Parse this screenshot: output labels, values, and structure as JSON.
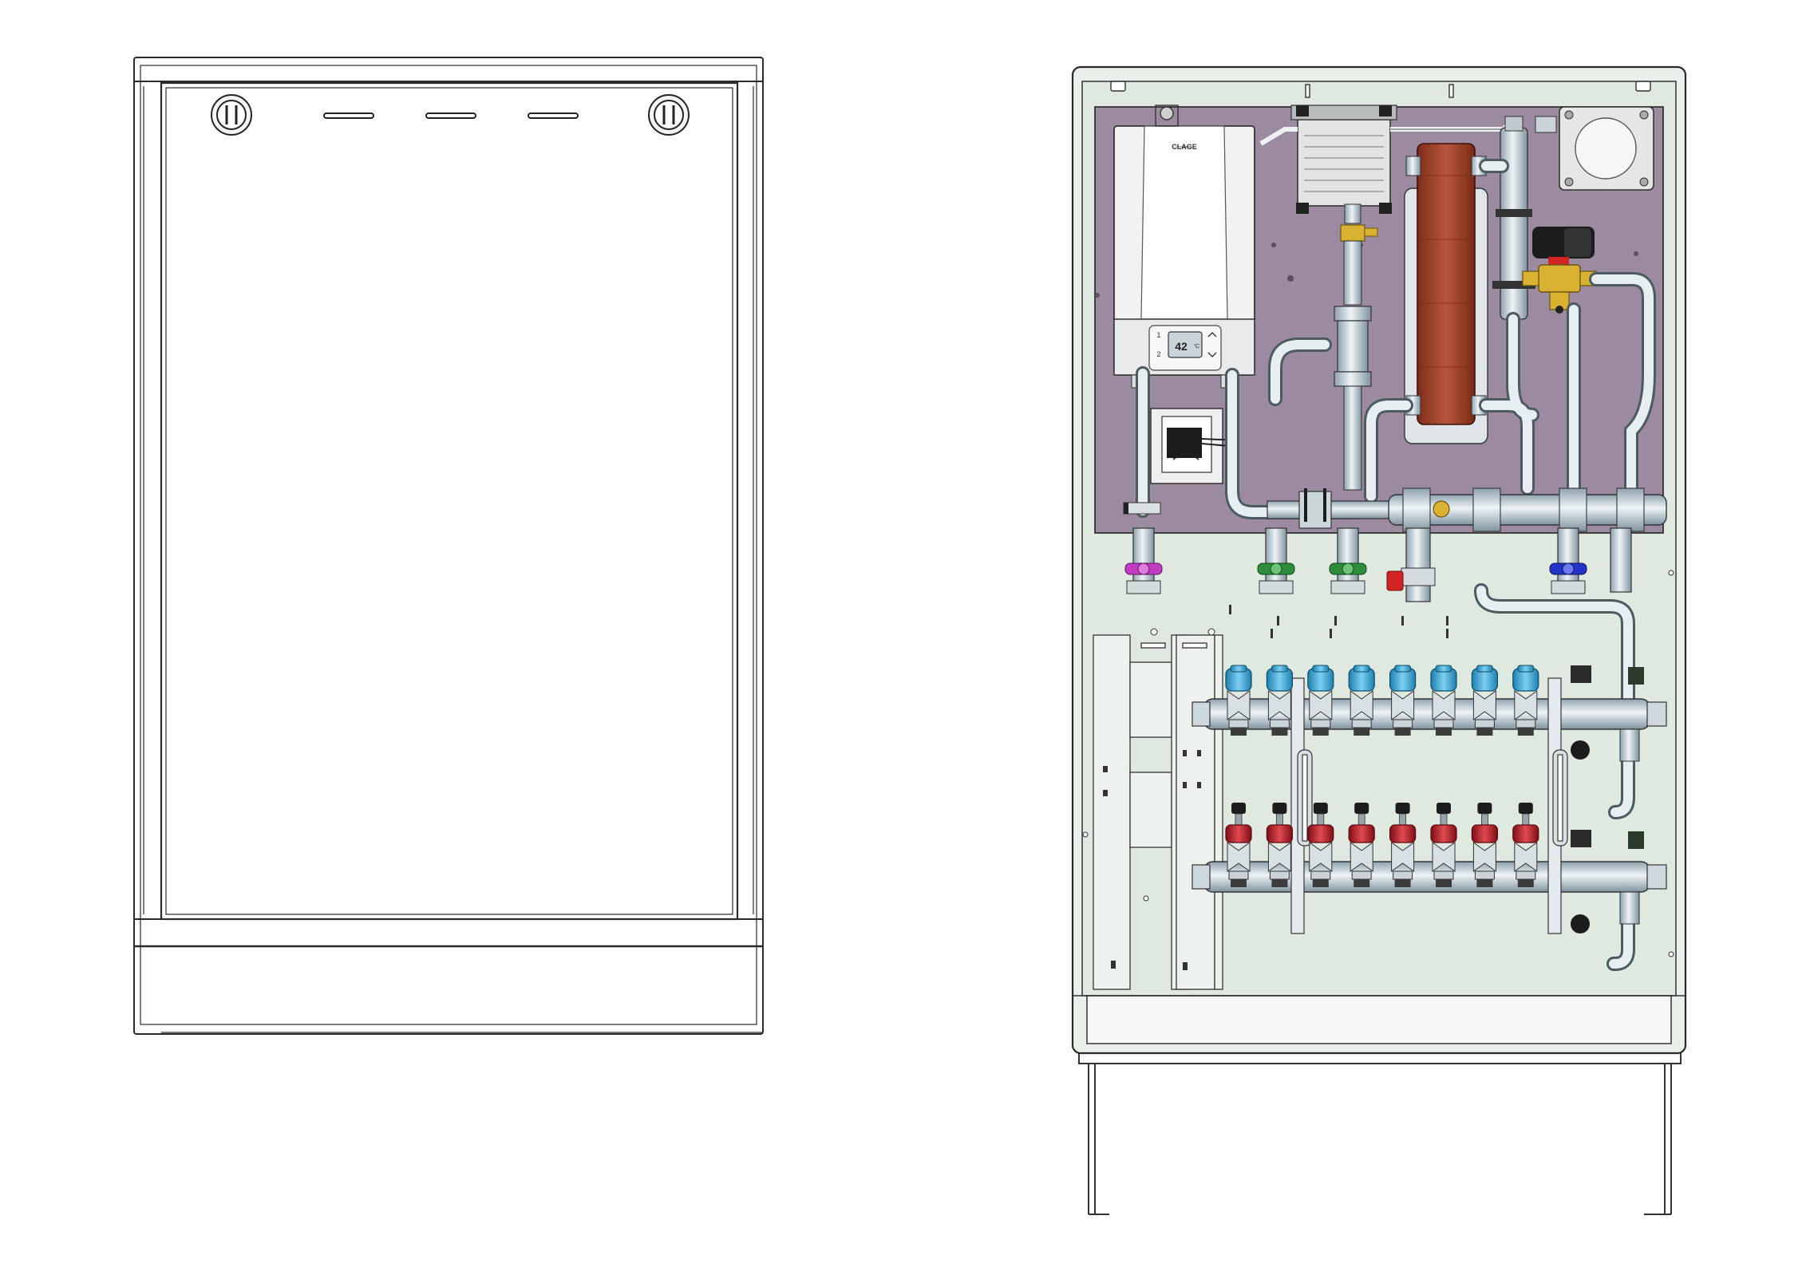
{
  "heater": {
    "brand": "CLAGE",
    "display_value": "42",
    "display_unit": "°C",
    "button_labels": [
      "1",
      "2"
    ]
  },
  "colors": {
    "panel_purple": "#9c8aa0",
    "cabinet_green": "#dde9df",
    "heat_exchanger": "#a2432a",
    "supply_valve_blue": "#3aa8d8",
    "return_valve_red": "#c4202a",
    "brass": "#d9b232",
    "handle_magenta": "#c23bc0",
    "handle_green": "#2e8c3a",
    "handle_blue": "#2233c8",
    "handle_red": "#d42323",
    "pipe_steel": "#c9d5dc"
  },
  "icons": {
    "door_locks": [
      "lock-knob-icon",
      "lock-knob-icon"
    ],
    "door_vents": [
      "vent-slot-icon",
      "vent-slot-icon",
      "vent-slot-icon"
    ],
    "valve_handles": [
      "valve-handle-magenta-icon",
      "valve-handle-green-icon",
      "valve-handle-green-icon",
      "valve-handle-red-icon",
      "valve-handle-blue-icon"
    ]
  },
  "manifold": {
    "supply_loops": 8,
    "return_loops": 8
  }
}
